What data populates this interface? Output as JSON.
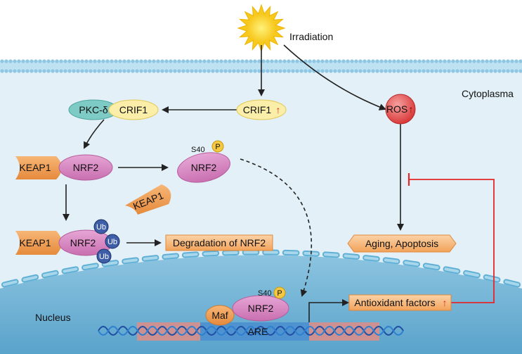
{
  "labels": {
    "irradiation": "Irradiation",
    "cytoplasma": "Cytoplasma",
    "nucleus": "Nucleus",
    "pkc": "PKC-δ",
    "crif1": "CRIF1",
    "crif1_up": "CRIF1",
    "ros": "ROS",
    "keap1": "KEAP1",
    "nrf2": "NRF2",
    "s40": "S40",
    "p": "P",
    "ub": "Ub",
    "degradation": "Degradation of NRF2",
    "aging": "Aging, Apoptosis",
    "antioxidant": "Antioxidant factors",
    "maf": "Maf",
    "are": "ARE",
    "up_arrow": "↑"
  },
  "colors": {
    "membrane": "#bfe2f2",
    "cytoplasm": "#e3f0f7",
    "nucleus": "#73b6d8",
    "nrf2": "#d98bc3",
    "keap1": "#f2a25b",
    "crif1": "#fbeea8",
    "pkc": "#7ecbc5",
    "ros": "#e94e4e",
    "ub": "#3f5ea8",
    "phospho": "#f5c842",
    "inhibit": "#e3262a"
  }
}
